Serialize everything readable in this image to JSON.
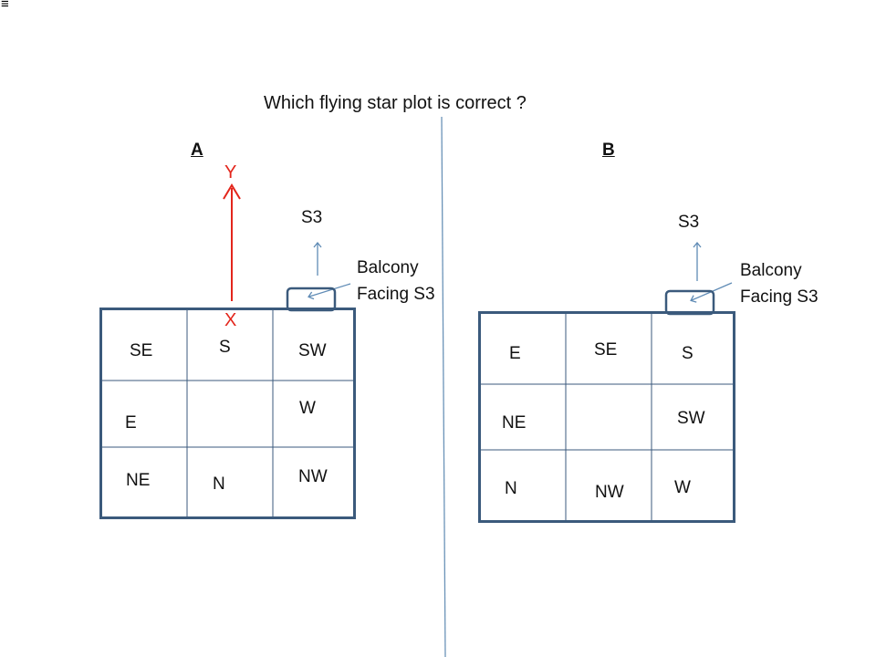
{
  "menu": {
    "glyph": "≡"
  },
  "title": "Which flying star plot is correct ?",
  "colors": {
    "frame": "#3b5a7c",
    "line": "#5f8bb5",
    "marker": "#e3261c",
    "text": "#111111"
  },
  "panel_a": {
    "label": "A",
    "star_label": "S3",
    "balcony_line1": "Balcony",
    "balcony_line2": "Facing S3",
    "marker_start": "X",
    "marker_end": "Y",
    "grid": [
      [
        "SE",
        "S",
        "SW"
      ],
      [
        "E",
        "",
        "W"
      ],
      [
        "NE",
        "N",
        "NW"
      ]
    ]
  },
  "panel_b": {
    "label": "B",
    "star_label": "S3",
    "balcony_line1": "Balcony",
    "balcony_line2": "Facing S3",
    "grid": [
      [
        "E",
        "SE",
        "S"
      ],
      [
        "NE",
        "",
        "SW"
      ],
      [
        "N",
        "NW",
        "W"
      ]
    ]
  }
}
